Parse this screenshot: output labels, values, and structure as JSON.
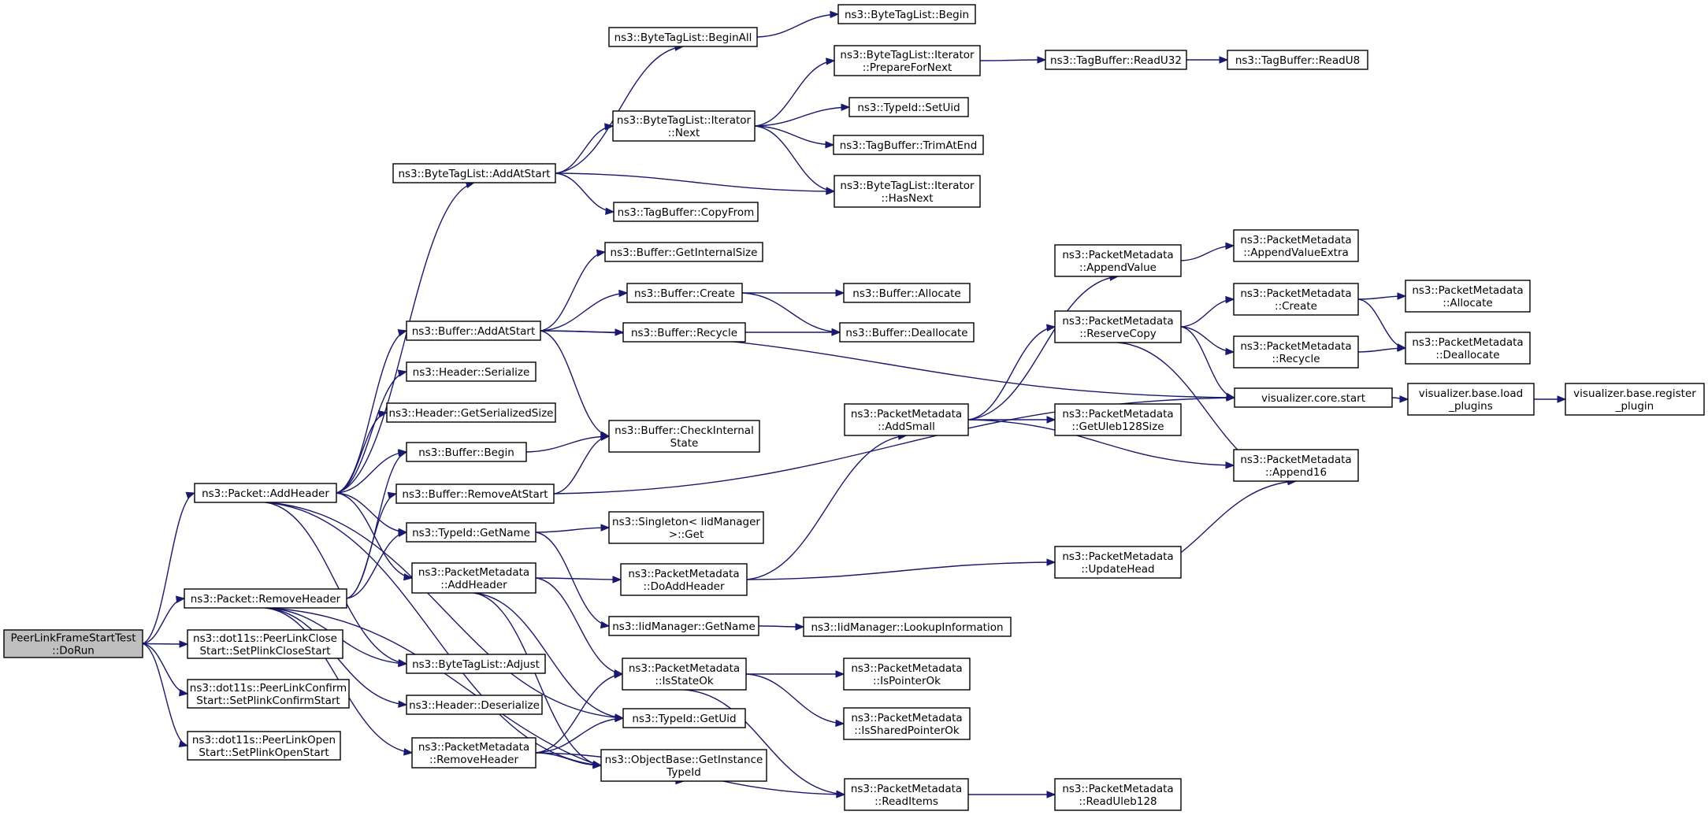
{
  "graph": {
    "nodes": [
      {
        "id": "dorun",
        "lines": [
          "PeerLinkFrameStartTest",
          "::DoRun"
        ],
        "root": true
      },
      {
        "id": "pkt_addheader",
        "lines": [
          "ns3::Packet::AddHeader"
        ]
      },
      {
        "id": "pkt_removeheader",
        "lines": [
          "ns3::Packet::RemoveHeader"
        ]
      },
      {
        "id": "plink_close",
        "lines": [
          "ns3::dot11s::PeerLinkClose",
          "Start::SetPlinkCloseStart"
        ]
      },
      {
        "id": "plink_confirm",
        "lines": [
          "ns3::dot11s::PeerLinkConfirm",
          "Start::SetPlinkConfirmStart"
        ]
      },
      {
        "id": "plink_open",
        "lines": [
          "ns3::dot11s::PeerLinkOpen",
          "Start::SetPlinkOpenStart"
        ]
      },
      {
        "id": "btl_addatstart",
        "lines": [
          "ns3::ByteTagList::AddAtStart"
        ]
      },
      {
        "id": "buf_addatstart",
        "lines": [
          "ns3::Buffer::AddAtStart"
        ]
      },
      {
        "id": "hdr_serialize",
        "lines": [
          "ns3::Header::Serialize"
        ]
      },
      {
        "id": "hdr_getsersize",
        "lines": [
          "ns3::Header::GetSerializedSize"
        ]
      },
      {
        "id": "buf_begin",
        "lines": [
          "ns3::Buffer::Begin"
        ]
      },
      {
        "id": "buf_removeatstart",
        "lines": [
          "ns3::Buffer::RemoveAtStart"
        ]
      },
      {
        "id": "typeid_getname",
        "lines": [
          "ns3::TypeId::GetName"
        ]
      },
      {
        "id": "pm_addheader",
        "lines": [
          "ns3::PacketMetadata",
          "::AddHeader"
        ]
      },
      {
        "id": "btl_adjust",
        "lines": [
          "ns3::ByteTagList::Adjust"
        ]
      },
      {
        "id": "hdr_deserialize",
        "lines": [
          "ns3::Header::Deserialize"
        ]
      },
      {
        "id": "pm_removeheader",
        "lines": [
          "ns3::PacketMetadata",
          "::RemoveHeader"
        ]
      },
      {
        "id": "btl_beginall",
        "lines": [
          "ns3::ByteTagList::BeginAll"
        ]
      },
      {
        "id": "btl_it_next",
        "lines": [
          "ns3::ByteTagList::Iterator",
          "::Next"
        ]
      },
      {
        "id": "tb_copyfrom",
        "lines": [
          "ns3::TagBuffer::CopyFrom"
        ]
      },
      {
        "id": "buf_getinternalsize",
        "lines": [
          "ns3::Buffer::GetInternalSize"
        ]
      },
      {
        "id": "buf_create",
        "lines": [
          "ns3::Buffer::Create"
        ]
      },
      {
        "id": "buf_recycle",
        "lines": [
          "ns3::Buffer::Recycle"
        ]
      },
      {
        "id": "buf_checkinternal",
        "lines": [
          "ns3::Buffer::CheckInternal",
          "State"
        ]
      },
      {
        "id": "singleton_get",
        "lines": [
          "ns3::Singleton< IidManager",
          ">::Get"
        ]
      },
      {
        "id": "pm_doaddheader",
        "lines": [
          "ns3::PacketMetadata",
          "::DoAddHeader"
        ]
      },
      {
        "id": "iid_getname",
        "lines": [
          "ns3::IidManager::GetName"
        ]
      },
      {
        "id": "pm_isstateok",
        "lines": [
          "ns3::PacketMetadata",
          "::IsStateOk"
        ]
      },
      {
        "id": "typeid_getuid",
        "lines": [
          "ns3::TypeId::GetUid"
        ]
      },
      {
        "id": "ob_getinstancetypeid",
        "lines": [
          "ns3::ObjectBase::GetInstance",
          "TypeId"
        ]
      },
      {
        "id": "btl_begin",
        "lines": [
          "ns3::ByteTagList::Begin"
        ]
      },
      {
        "id": "btl_it_preparefornext",
        "lines": [
          "ns3::ByteTagList::Iterator",
          "::PrepareForNext"
        ]
      },
      {
        "id": "typeid_setuid",
        "lines": [
          "ns3::TypeId::SetUid"
        ]
      },
      {
        "id": "tb_trimatend",
        "lines": [
          "ns3::TagBuffer::TrimAtEnd"
        ]
      },
      {
        "id": "btl_it_hasnext",
        "lines": [
          "ns3::ByteTagList::Iterator",
          "::HasNext"
        ]
      },
      {
        "id": "buf_allocate",
        "lines": [
          "ns3::Buffer::Allocate"
        ]
      },
      {
        "id": "buf_deallocate",
        "lines": [
          "ns3::Buffer::Deallocate"
        ]
      },
      {
        "id": "pm_addsmall",
        "lines": [
          "ns3::PacketMetadata",
          "::AddSmall"
        ]
      },
      {
        "id": "iid_lookupinfo",
        "lines": [
          "ns3::IidManager::LookupInformation"
        ]
      },
      {
        "id": "pm_ispointerok",
        "lines": [
          "ns3::PacketMetadata",
          "::IsPointerOk"
        ]
      },
      {
        "id": "pm_issharedpointerok",
        "lines": [
          "ns3::PacketMetadata",
          "::IsSharedPointerOk"
        ]
      },
      {
        "id": "pm_readitems",
        "lines": [
          "ns3::PacketMetadata",
          "::ReadItems"
        ]
      },
      {
        "id": "tb_readu32",
        "lines": [
          "ns3::TagBuffer::ReadU32"
        ]
      },
      {
        "id": "tb_readu8",
        "lines": [
          "ns3::TagBuffer::ReadU8"
        ]
      },
      {
        "id": "pm_appendvalue",
        "lines": [
          "ns3::PacketMetadata",
          "::AppendValue"
        ]
      },
      {
        "id": "pm_reservecopy",
        "lines": [
          "ns3::PacketMetadata",
          "::ReserveCopy"
        ]
      },
      {
        "id": "pm_getuleb128size",
        "lines": [
          "ns3::PacketMetadata",
          "::GetUleb128Size"
        ]
      },
      {
        "id": "pm_updatehead",
        "lines": [
          "ns3::PacketMetadata",
          "::UpdateHead"
        ]
      },
      {
        "id": "pm_readuleb128",
        "lines": [
          "ns3::PacketMetadata",
          "::ReadUleb128"
        ]
      },
      {
        "id": "pm_appendvalueextra",
        "lines": [
          "ns3::PacketMetadata",
          "::AppendValueExtra"
        ]
      },
      {
        "id": "pm_create",
        "lines": [
          "ns3::PacketMetadata",
          "::Create"
        ]
      },
      {
        "id": "pm_recycle",
        "lines": [
          "ns3::PacketMetadata",
          "::Recycle"
        ]
      },
      {
        "id": "viz_core_start",
        "lines": [
          "visualizer.core.start"
        ]
      },
      {
        "id": "pm_append16",
        "lines": [
          "ns3::PacketMetadata",
          "::Append16"
        ]
      },
      {
        "id": "pm_allocate",
        "lines": [
          "ns3::PacketMetadata",
          "::Allocate"
        ]
      },
      {
        "id": "pm_deallocate",
        "lines": [
          "ns3::PacketMetadata",
          "::Deallocate"
        ]
      },
      {
        "id": "viz_load_plugins",
        "lines": [
          "visualizer.base.load",
          "_plugins"
        ]
      },
      {
        "id": "viz_register_plugin",
        "lines": [
          "visualizer.base.register",
          "_plugin"
        ]
      }
    ],
    "edges": [
      [
        "dorun",
        "pkt_addheader"
      ],
      [
        "dorun",
        "pkt_removeheader"
      ],
      [
        "dorun",
        "plink_close"
      ],
      [
        "dorun",
        "plink_confirm"
      ],
      [
        "dorun",
        "plink_open"
      ],
      [
        "pkt_addheader",
        "btl_addatstart"
      ],
      [
        "pkt_addheader",
        "buf_addatstart"
      ],
      [
        "pkt_addheader",
        "hdr_serialize"
      ],
      [
        "pkt_addheader",
        "hdr_getsersize"
      ],
      [
        "pkt_addheader",
        "buf_begin"
      ],
      [
        "pkt_addheader",
        "typeid_getname"
      ],
      [
        "pkt_addheader",
        "pm_addheader"
      ],
      [
        "pkt_addheader",
        "btl_adjust"
      ],
      [
        "pkt_addheader",
        "typeid_getuid"
      ],
      [
        "pkt_addheader",
        "ob_getinstancetypeid"
      ],
      [
        "pkt_removeheader",
        "buf_begin"
      ],
      [
        "pkt_removeheader",
        "buf_removeatstart"
      ],
      [
        "pkt_removeheader",
        "typeid_getname"
      ],
      [
        "pkt_removeheader",
        "btl_adjust"
      ],
      [
        "pkt_removeheader",
        "hdr_deserialize"
      ],
      [
        "pkt_removeheader",
        "pm_removeheader"
      ],
      [
        "pkt_removeheader",
        "ob_getinstancetypeid"
      ],
      [
        "btl_addatstart",
        "btl_beginall"
      ],
      [
        "btl_addatstart",
        "btl_it_next"
      ],
      [
        "btl_addatstart",
        "tb_copyfrom"
      ],
      [
        "btl_addatstart",
        "btl_it_hasnext"
      ],
      [
        "btl_beginall",
        "btl_begin"
      ],
      [
        "btl_it_next",
        "btl_it_preparefornext"
      ],
      [
        "btl_it_next",
        "typeid_setuid"
      ],
      [
        "btl_it_next",
        "tb_trimatend"
      ],
      [
        "btl_it_next",
        "btl_it_hasnext"
      ],
      [
        "btl_it_preparefornext",
        "tb_readu32"
      ],
      [
        "tb_readu32",
        "tb_readu8"
      ],
      [
        "buf_addatstart",
        "buf_getinternalsize"
      ],
      [
        "buf_addatstart",
        "buf_create"
      ],
      [
        "buf_addatstart",
        "buf_recycle"
      ],
      [
        "buf_addatstart",
        "buf_checkinternal"
      ],
      [
        "buf_addatstart",
        "viz_core_start"
      ],
      [
        "buf_create",
        "buf_allocate"
      ],
      [
        "buf_create",
        "buf_deallocate"
      ],
      [
        "buf_recycle",
        "buf_deallocate"
      ],
      [
        "buf_begin",
        "buf_checkinternal"
      ],
      [
        "buf_removeatstart",
        "buf_checkinternal"
      ],
      [
        "buf_removeatstart",
        "viz_core_start"
      ],
      [
        "typeid_getname",
        "singleton_get"
      ],
      [
        "typeid_getname",
        "iid_getname"
      ],
      [
        "pm_addheader",
        "pm_doaddheader"
      ],
      [
        "pm_addheader",
        "pm_isstateok"
      ],
      [
        "pm_addheader",
        "typeid_getuid"
      ],
      [
        "pm_addheader",
        "ob_getinstancetypeid"
      ],
      [
        "pm_removeheader",
        "pm_isstateok"
      ],
      [
        "pm_removeheader",
        "typeid_getuid"
      ],
      [
        "pm_removeheader",
        "ob_getinstancetypeid"
      ],
      [
        "pm_removeheader",
        "pm_readitems"
      ],
      [
        "pm_doaddheader",
        "pm_addsmall"
      ],
      [
        "pm_doaddheader",
        "pm_updatehead"
      ],
      [
        "iid_getname",
        "iid_lookupinfo"
      ],
      [
        "pm_isstateok",
        "pm_ispointerok"
      ],
      [
        "pm_isstateok",
        "pm_issharedpointerok"
      ],
      [
        "pm_isstateok",
        "pm_readitems"
      ],
      [
        "pm_readitems",
        "pm_readuleb128"
      ],
      [
        "pm_addsmall",
        "pm_appendvalue"
      ],
      [
        "pm_addsmall",
        "pm_reservecopy"
      ],
      [
        "pm_addsmall",
        "pm_getuleb128size"
      ],
      [
        "pm_addsmall",
        "pm_append16"
      ],
      [
        "pm_appendvalue",
        "pm_appendvalueextra"
      ],
      [
        "pm_reservecopy",
        "pm_create"
      ],
      [
        "pm_reservecopy",
        "pm_recycle"
      ],
      [
        "pm_reservecopy",
        "viz_core_start"
      ],
      [
        "pm_reservecopy",
        "pm_append16"
      ],
      [
        "pm_create",
        "pm_allocate"
      ],
      [
        "pm_create",
        "pm_deallocate"
      ],
      [
        "pm_recycle",
        "pm_deallocate"
      ],
      [
        "pm_updatehead",
        "pm_append16"
      ],
      [
        "viz_core_start",
        "viz_load_plugins"
      ],
      [
        "viz_load_plugins",
        "viz_register_plugin"
      ]
    ]
  }
}
